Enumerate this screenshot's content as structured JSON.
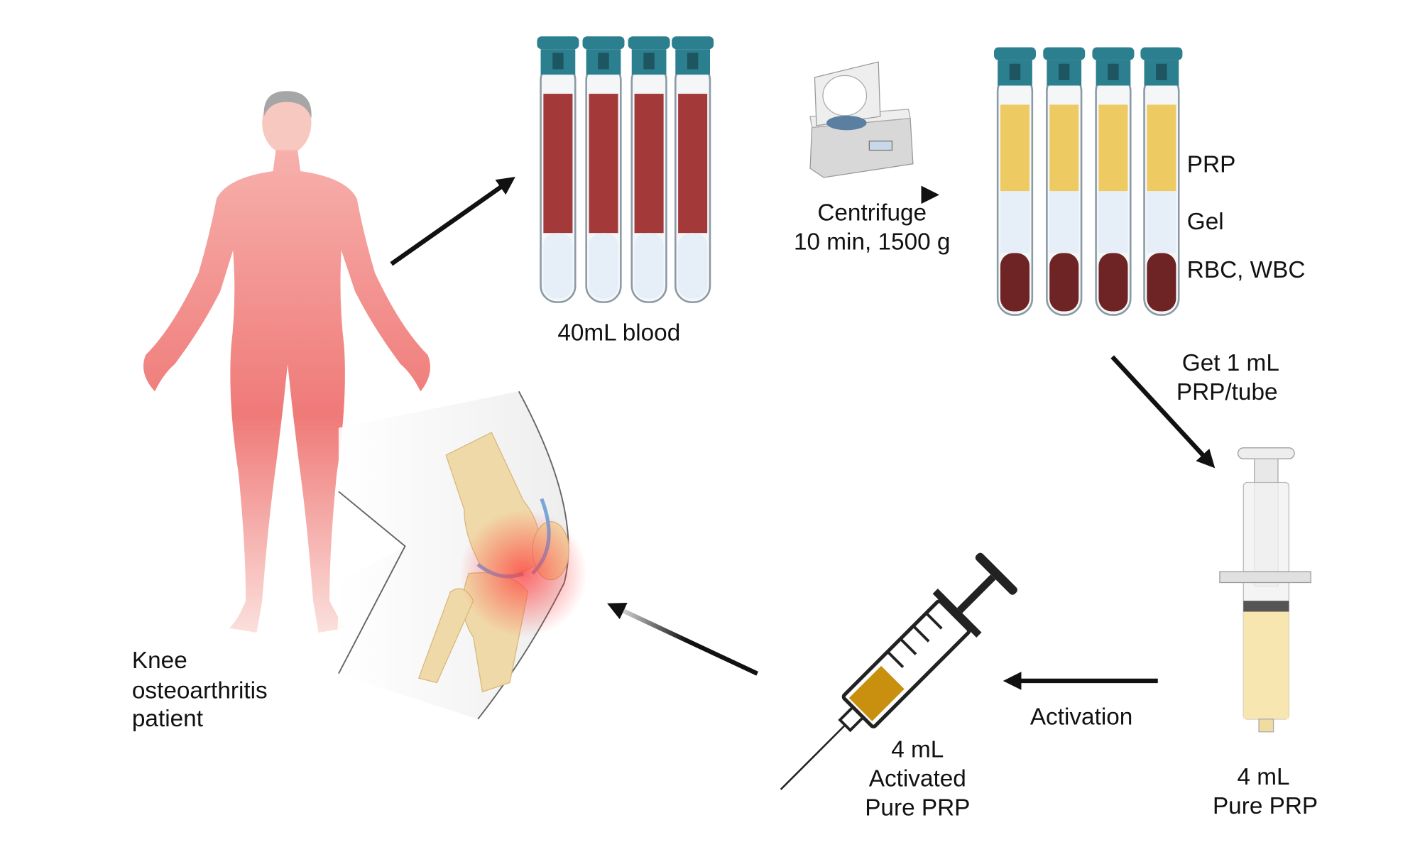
{
  "labels": {
    "blood": "40mL blood",
    "centrifuge_line1": "Centrifuge",
    "centrifuge_line2": "10 min, 1500 g",
    "layer_prp": "PRP",
    "layer_gel": "Gel",
    "layer_rbc": "RBC, WBC",
    "extract_line1": "Get 1 mL",
    "extract_line2": "PRP/tube",
    "pure_line1": "4 mL",
    "pure_line2": "Pure PRP",
    "activation": "Activation",
    "activated_line1": "4 mL",
    "activated_line2": "Activated",
    "activated_line3": "Pure PRP",
    "patient_line1": "Knee",
    "patient_line2": "osteoarthritis",
    "patient_line3": "patient"
  },
  "colors": {
    "blood": "#a4393a",
    "plasma_empty": "#e6eef8",
    "prp_yellow": "#eecb62",
    "rbc": "#6e2324",
    "cap": "#2b7f8e",
    "body": "#f08a8a",
    "activated_prp": "#c8900e",
    "pure_prp": "#f7e6b0"
  }
}
